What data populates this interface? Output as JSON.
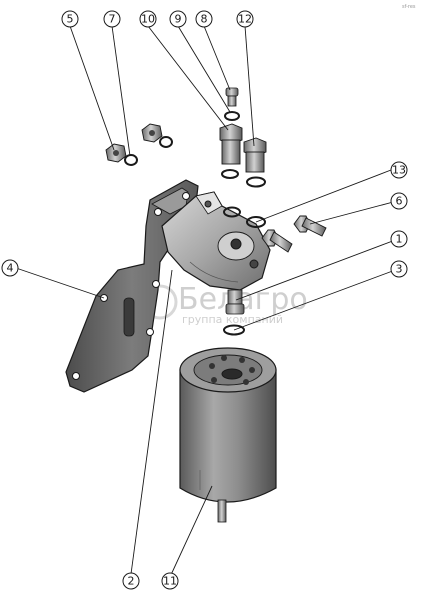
{
  "callouts": [
    {
      "id": "1",
      "label": "1"
    },
    {
      "id": "2",
      "label": "2"
    },
    {
      "id": "3",
      "label": "3"
    },
    {
      "id": "4",
      "label": "4"
    },
    {
      "id": "5",
      "label": "5"
    },
    {
      "id": "6",
      "label": "6"
    },
    {
      "id": "7",
      "label": "7"
    },
    {
      "id": "8",
      "label": "8"
    },
    {
      "id": "9",
      "label": "9"
    },
    {
      "id": "10",
      "label": "10"
    },
    {
      "id": "11",
      "label": "11"
    },
    {
      "id": "12",
      "label": "12"
    },
    {
      "id": "13",
      "label": "13"
    }
  ],
  "watermark": {
    "brand": "Белагро",
    "tagline": "группа компаний"
  },
  "corner_mark": "sf-res",
  "colors": {
    "line": "#1a1a1a",
    "metal_light": "#bdbdbd",
    "metal_mid": "#8c8c8c",
    "metal_dark": "#4a4a4a",
    "bracket": "#6b6b6b",
    "filter_body": "#8a8a8a"
  }
}
